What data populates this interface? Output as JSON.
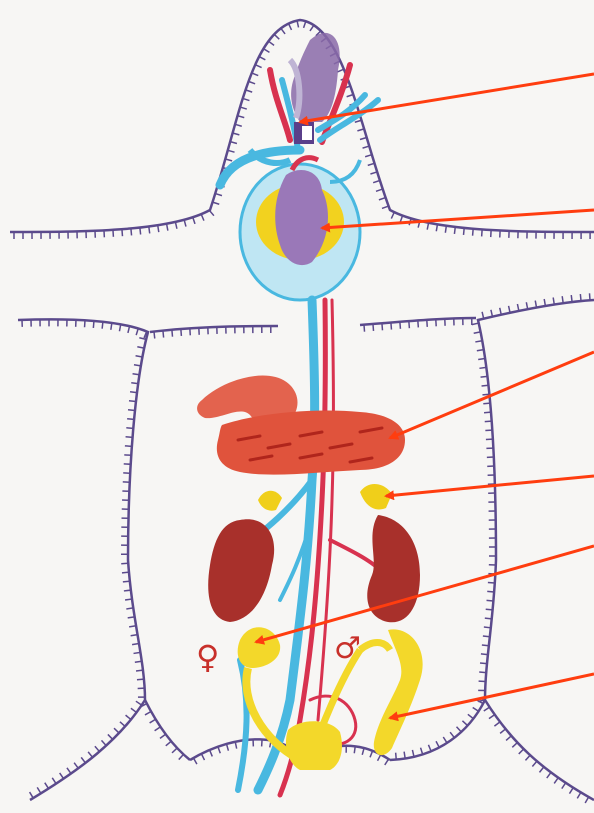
{
  "diagram": {
    "colors": {
      "paper": "#f7f6f4",
      "outline": "#5b4a8c",
      "vein": "#49b8e0",
      "artery": "#d8324f",
      "thyroid": "#8a6aa8",
      "heart_sac": "#a9dcef",
      "adipose": "#f2d21f",
      "pancreas": "#e0533c",
      "pancreas_flecks": "#b0251c",
      "kidney": "#a8302b",
      "adrenal": "#f0cf1a",
      "gonad": "#f3d82a",
      "arrow": "#ff3d0f",
      "female_symbol": "#c8302a",
      "male_symbol": "#c8302a"
    },
    "labels": {
      "female_symbol": "♀",
      "male_symbol": "♂"
    },
    "pointers": [
      {
        "target": "thyroid"
      },
      {
        "target": "heart"
      },
      {
        "target": "pancreas"
      },
      {
        "target": "adrenal-gland"
      },
      {
        "target": "ovary"
      },
      {
        "target": "testis"
      }
    ]
  }
}
